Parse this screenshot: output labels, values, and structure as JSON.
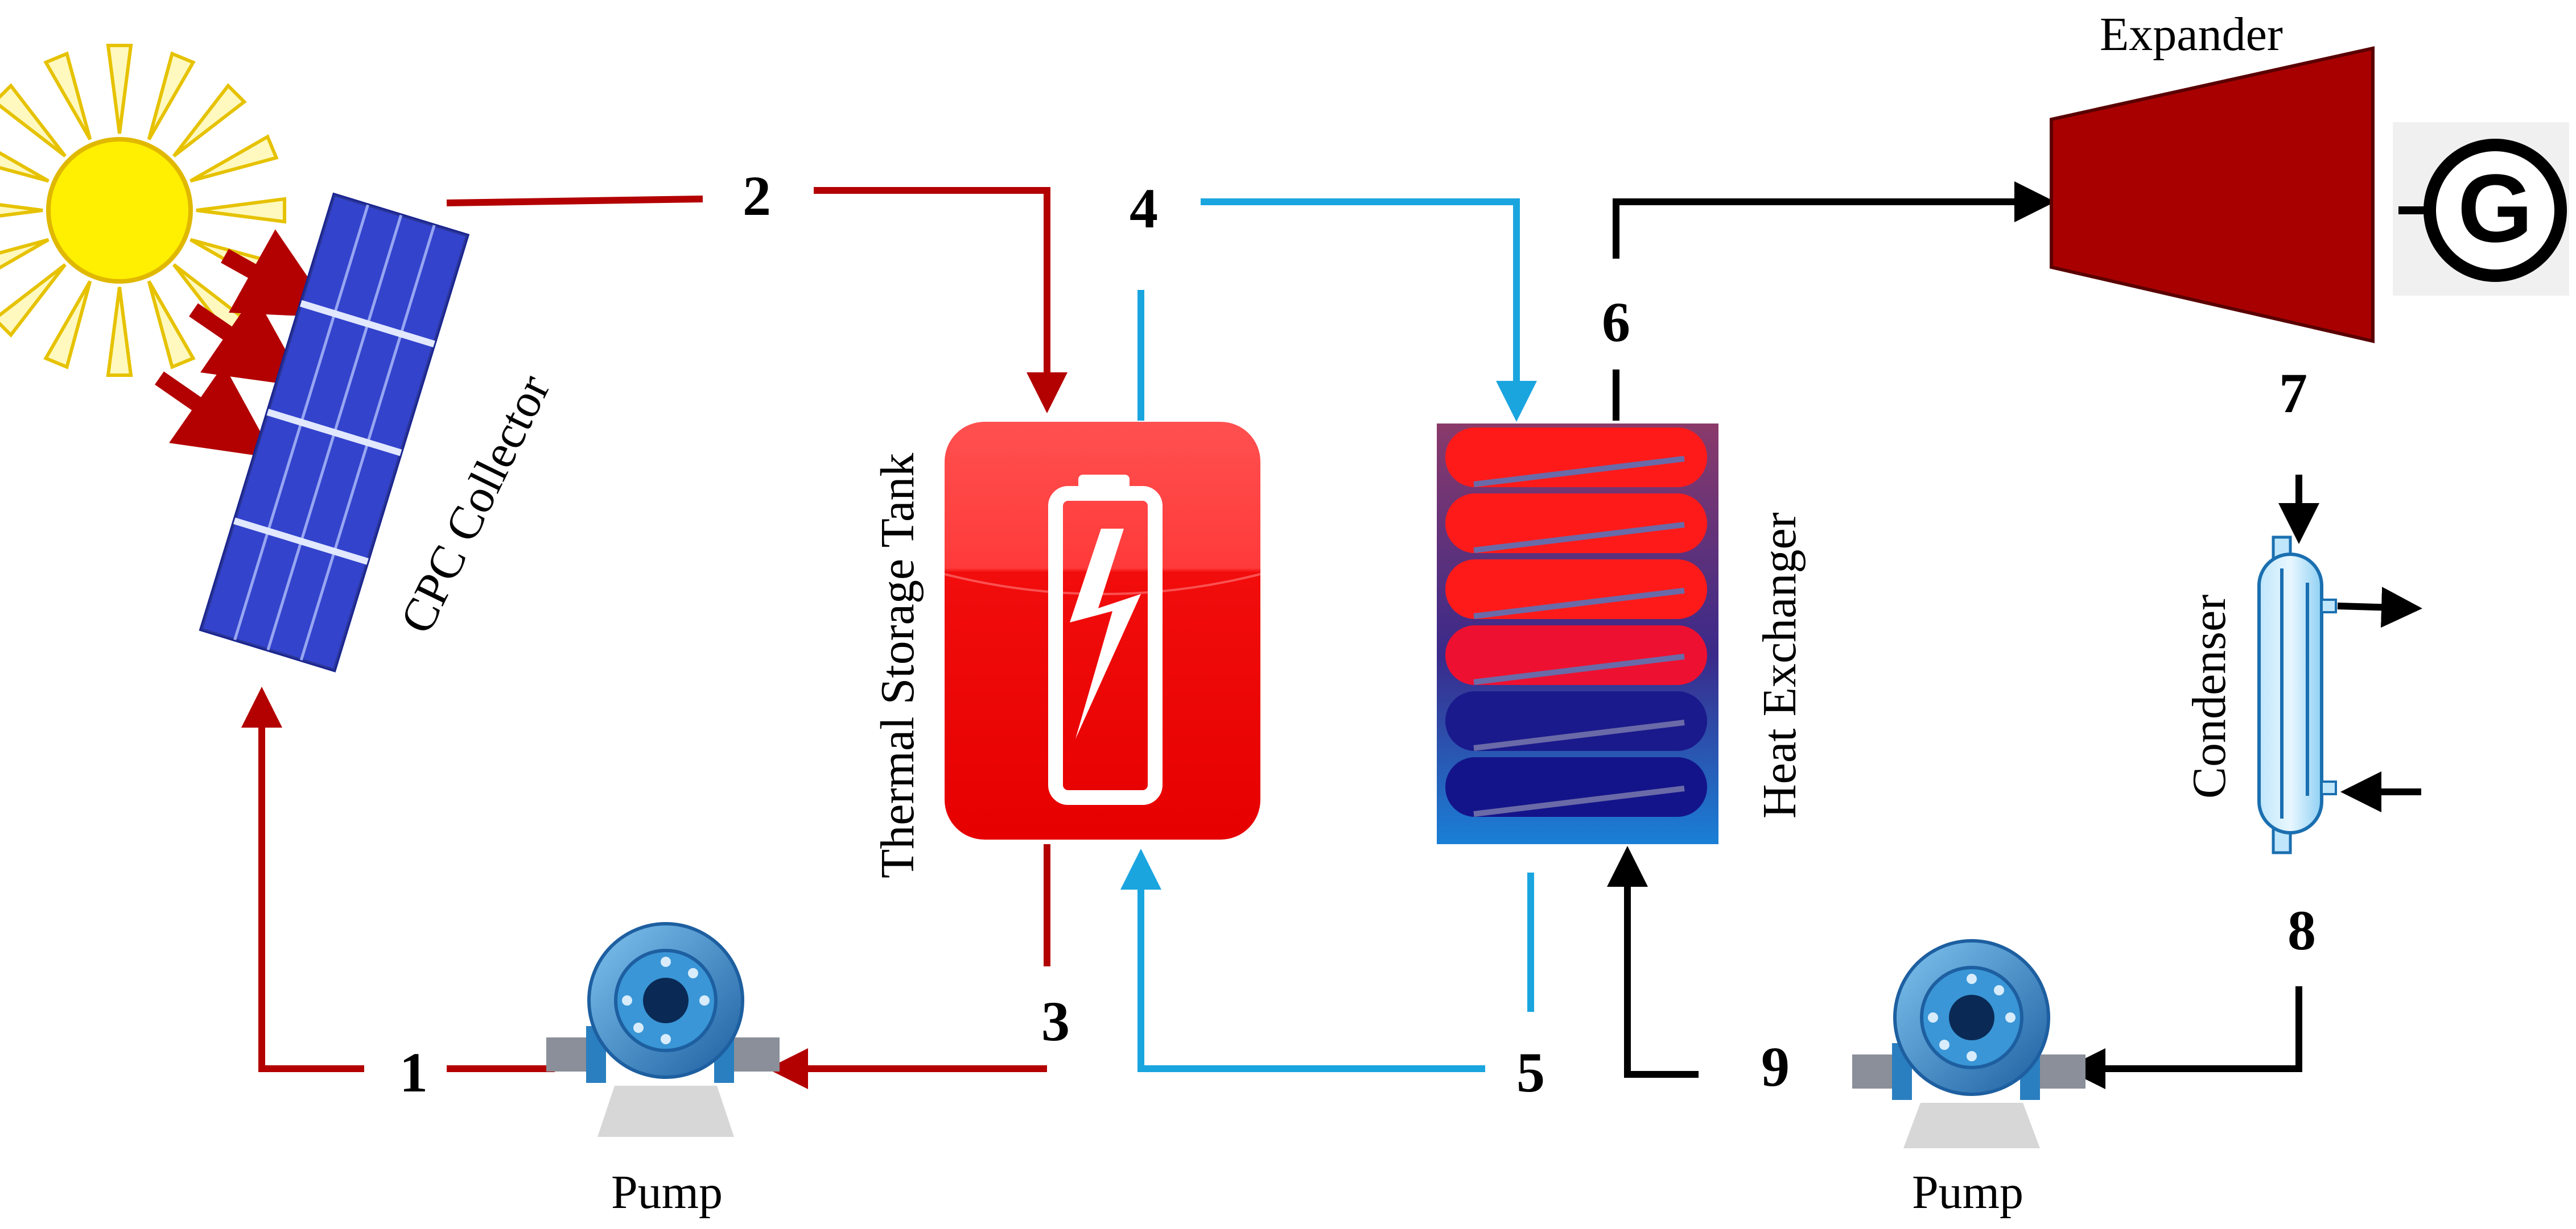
{
  "components": {
    "collector": "CPC Collector",
    "storage_tank": "Thermal Storage Tank",
    "heat_exchanger": "Heat Exchanger",
    "expander": "Expander",
    "generator": "G",
    "condenser": "Condenser",
    "pump_left": "Pump",
    "pump_right": "Pump"
  },
  "state_points": [
    "1",
    "2",
    "3",
    "4",
    "5",
    "6",
    "7",
    "8",
    "9"
  ],
  "colors": {
    "solar_loop": "#b30000",
    "storage_loop": "#1aa5df",
    "orc_loop": "#000000",
    "tank": "#f20d0d",
    "expander": "#a80000",
    "sun": "#ffef00",
    "collector": "#2233c8",
    "pump": "#2a7fc0"
  }
}
